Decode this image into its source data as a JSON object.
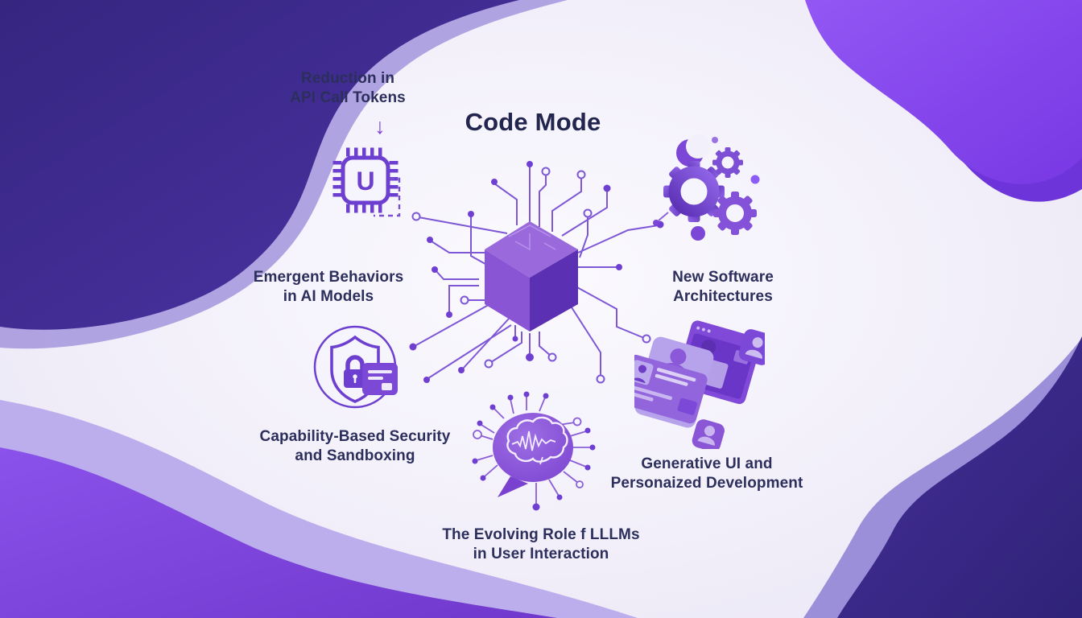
{
  "title": "Code Mode",
  "labels": {
    "api_tokens": "Reduction in\nAPI Call Tokens",
    "emergent": "Emergent Behaviors\nin AI Models",
    "security": "Capability-Based Security\nand Sandboxing",
    "architectures": "New Software\nArchitectures",
    "generative": "Generative UI and\nPersonaized Development",
    "llms": "The Evolving Role f LLLMs\nin User Interaction"
  },
  "icons": {
    "down_arrow": "↓",
    "chip_letter": "U",
    "names": [
      "chip-icon",
      "gears-icon",
      "shield-lock-icon",
      "speech-brain-icon",
      "ui-cards-icon",
      "code-cube-icon",
      "down-arrow-icon"
    ]
  },
  "colors": {
    "deep_indigo": "#3a2a8e",
    "bright_violet": "#8449ec",
    "lavender": "#aa9be0",
    "icon_purple": "#6d3fd0",
    "line_purple": "#7e57d6",
    "cube_top": "#9a6add",
    "cube_left": "#8a55d4",
    "cube_right": "#5c30b2",
    "text": "#2c2f5c",
    "background": "#f2effa"
  }
}
